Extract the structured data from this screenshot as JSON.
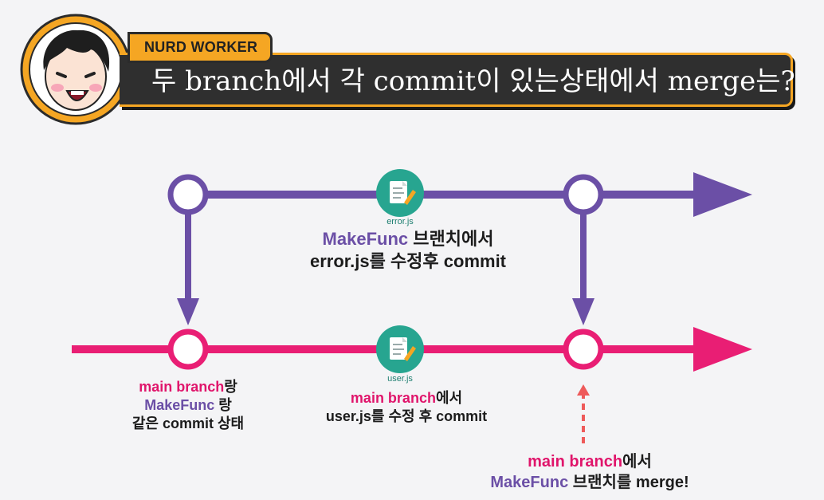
{
  "header": {
    "tag": "NURD WORKER",
    "title": "두 branch에서 각 commit이 있는상태에서  merge는?"
  },
  "colors": {
    "purple_branch": "#6b4fa6",
    "pink_branch": "#e91e74",
    "accent": "#f5a623",
    "file_icon_bg": "#27a590"
  },
  "icons": {
    "avatar": "cartoon-face-avatar",
    "file": "document-pencil-icon",
    "arrow": "arrow-head"
  },
  "files": {
    "error": "error.js",
    "user": "user.js"
  },
  "labels": {
    "makefunc_commit": {
      "l1_a": "MakeFunc",
      "l1_b": " 브랜치에서",
      "l2": "error.js를 수정후 commit"
    },
    "same_state": {
      "l1_a": "main branch",
      "l1_b": "랑",
      "l2_a": "MakeFunc",
      "l2_b": " 랑",
      "l3": "같은 commit 상태"
    },
    "main_commit": {
      "l1_a": "main branch",
      "l1_b": "에서",
      "l2": "user.js를 수정 후 commit"
    },
    "merge": {
      "l1_a": "main branch",
      "l1_b": "에서",
      "l2_a": "MakeFunc",
      "l2_b": " 브랜치를 merge!"
    }
  }
}
